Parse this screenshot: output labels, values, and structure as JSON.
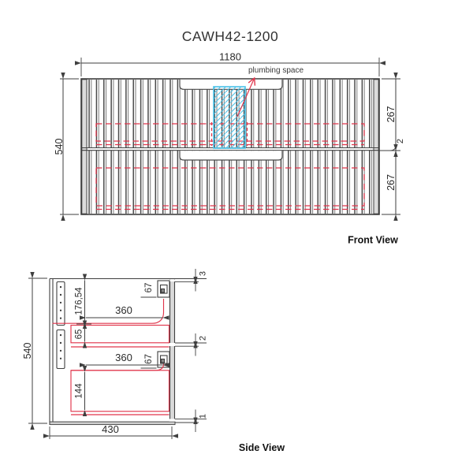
{
  "title": "CAWH42-1200",
  "front_view": {
    "caption": "Front View",
    "plumbing_label": "plumbing space",
    "dim_width": "1180",
    "dim_height": "540",
    "dim_upper_drawer": "267",
    "dim_lower_drawer": "267",
    "callout_divider": "2"
  },
  "side_view": {
    "caption": "Side View",
    "dim_height": "540",
    "dim_depth": "430",
    "dim_top_offset": "176,54",
    "dim_upper_drawer_depth": "360",
    "dim_lower_drawer_depth": "360",
    "dim_upper_clearance": "65",
    "dim_lower_clearance": "144",
    "dim_upper_bracket": "67",
    "dim_lower_bracket": "67",
    "callout_top_gap": "3",
    "callout_mid_gap": "2",
    "callout_bottom_gap": "1"
  },
  "colors": {
    "line": "#3f3f3f",
    "dimension_red": "#e0354b",
    "plumbing_blue": "#4cc2e8"
  }
}
